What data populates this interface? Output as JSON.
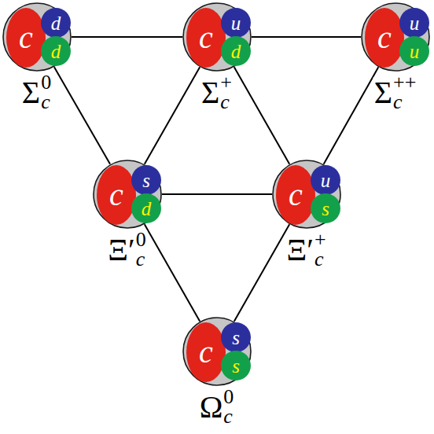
{
  "diagram": {
    "nodes": [
      {
        "text": [
          "Σ",
          "c",
          "0"
        ]
      },
      {
        "text": [
          "c"
        ],
        "in": 0
      },
      {
        "text": [
          "d"
        ],
        "in": 0
      },
      {
        "text": [
          "d"
        ],
        "in": 0
      },
      {
        "text": [
          "Σ",
          "c",
          "+"
        ]
      },
      {
        "text": [
          "c"
        ],
        "in": 4
      },
      {
        "text": [
          "u"
        ],
        "in": 4
      },
      {
        "text": [
          "d"
        ],
        "in": 4
      },
      {
        "text": [
          "Σ",
          "c",
          "++"
        ]
      },
      {
        "text": [
          "c"
        ],
        "in": 8
      },
      {
        "text": [
          "u"
        ],
        "in": 8
      },
      {
        "text": [
          "u"
        ],
        "in": 8
      },
      {
        "text": [
          "Ξ′",
          "c",
          "0"
        ]
      },
      {
        "text": [
          "c"
        ],
        "in": 12
      },
      {
        "text": [
          "s"
        ],
        "in": 12
      },
      {
        "text": [
          "d"
        ],
        "in": 12
      },
      {
        "text": [
          "Ξ′",
          "c",
          "+"
        ]
      },
      {
        "text": [
          "c"
        ],
        "in": 16
      },
      {
        "text": [
          "u"
        ],
        "in": 16
      },
      {
        "text": [
          "s"
        ],
        "in": 16
      },
      {
        "text": [
          "Ω",
          "c",
          "0"
        ]
      },
      {
        "text": [
          "c"
        ],
        "in": 20
      },
      {
        "text": [
          "s"
        ],
        "in": 20
      },
      {
        "text": [
          "s"
        ],
        "in": 20
      }
    ],
    "edges": [
      {
        "from": 0,
        "to": 4,
        "arrow": "none"
      },
      {
        "from": 4,
        "to": 8,
        "arrow": "none"
      },
      {
        "from": 0,
        "to": 12,
        "arrow": "none"
      },
      {
        "from": 4,
        "to": 12,
        "arrow": "none"
      },
      {
        "from": 4,
        "to": 16,
        "arrow": "none"
      },
      {
        "from": 8,
        "to": 16,
        "arrow": "none"
      },
      {
        "from": 12,
        "to": 16,
        "arrow": "none"
      },
      {
        "from": 12,
        "to": 20,
        "arrow": "none"
      },
      {
        "from": 16,
        "to": 20,
        "arrow": "none"
      }
    ]
  }
}
